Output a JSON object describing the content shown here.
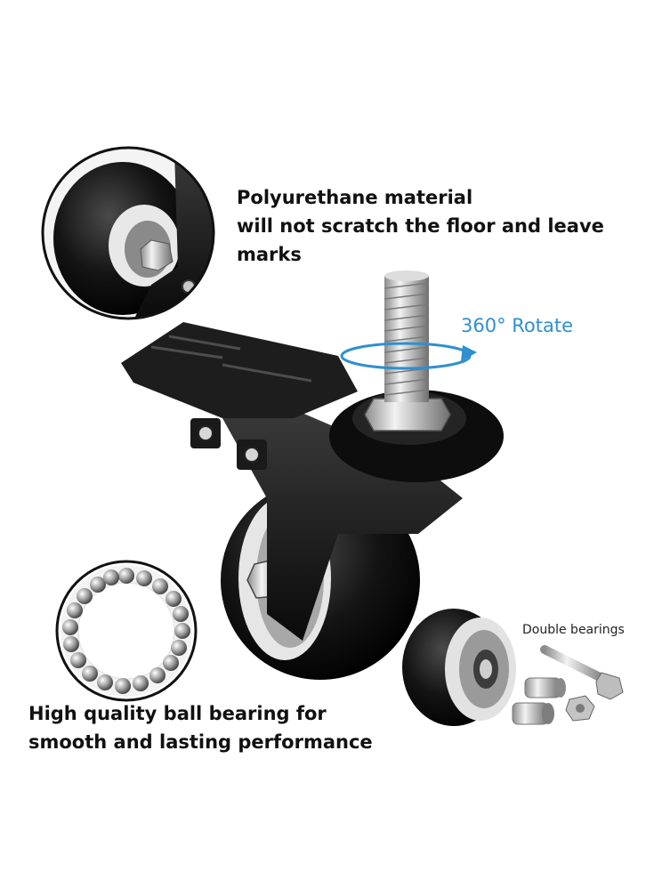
{
  "captions": {
    "floor_line1": "Polyurethane material",
    "floor_line2": "will not scratch the floor and leave marks",
    "rotate": "360° Rotate",
    "bearings": "Double bearings",
    "bearing_line1": "High quality ball bearing for",
    "bearing_line2": "smooth and lasting performance"
  },
  "colors": {
    "accent_blue": "#2f8fd0",
    "wheel_black": "#0c0c0c",
    "metal": "#b8b8b8"
  },
  "icons": [
    "rotation-arrow-icon"
  ]
}
